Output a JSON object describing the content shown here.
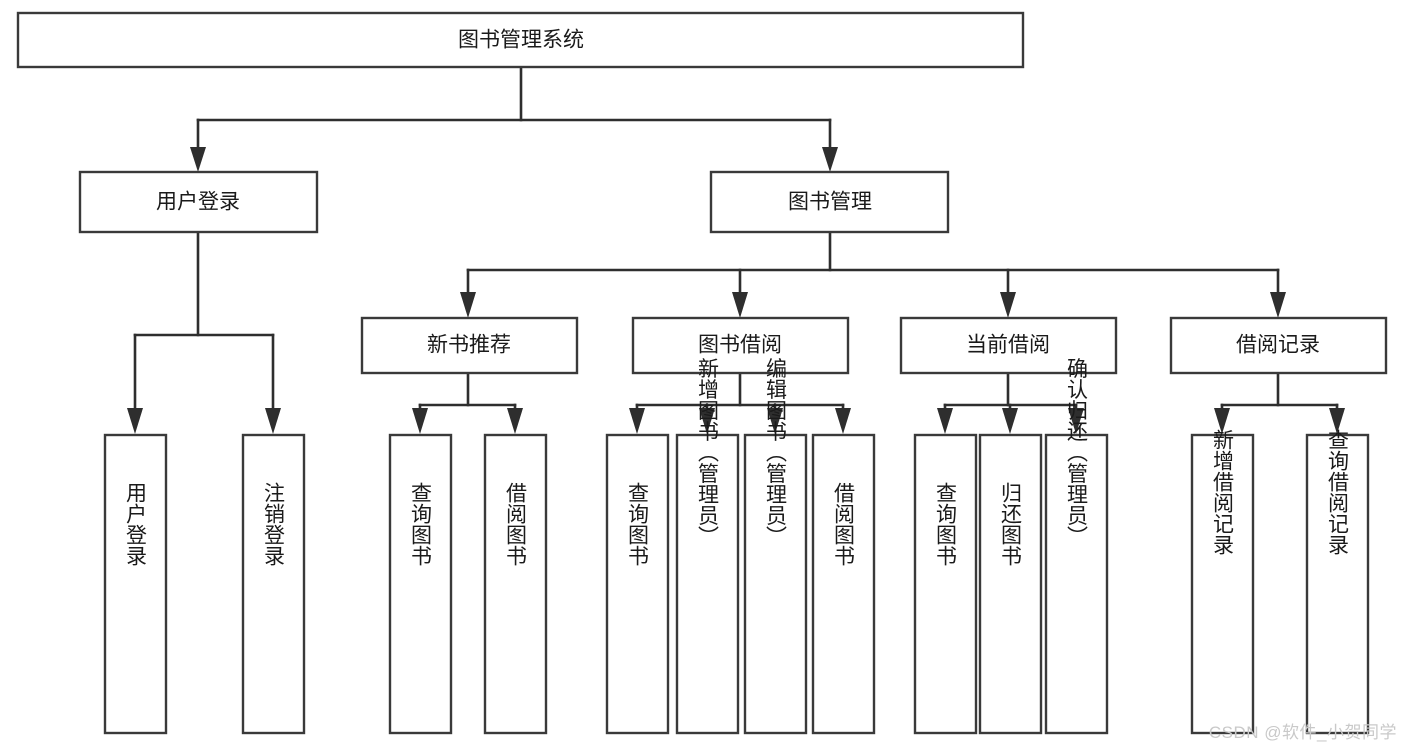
{
  "diagram": {
    "type": "tree-hierarchy-chart",
    "title": "图书管理系统",
    "watermark": "CSDN @软件_小贺同学",
    "colors": {
      "background": "#ffffff",
      "box_stroke": "#3a3a3a",
      "line": "#2e2e2e",
      "text": "#1a1a1a",
      "watermark": "#c9c9c9"
    },
    "nodes": {
      "root": {
        "label": "图书管理系统",
        "level": 0,
        "orientation": "horizontal"
      },
      "level1": [
        {
          "id": "user-login",
          "label": "用户登录",
          "orientation": "horizontal"
        },
        {
          "id": "book-management",
          "label": "图书管理",
          "orientation": "horizontal"
        }
      ],
      "level2": [
        {
          "id": "new-book-recommend",
          "label": "新书推荐",
          "parent": "book-management",
          "orientation": "horizontal"
        },
        {
          "id": "book-borrow",
          "label": "图书借阅",
          "parent": "book-management",
          "orientation": "horizontal"
        },
        {
          "id": "current-borrow",
          "label": "当前借阅",
          "parent": "book-management",
          "orientation": "horizontal"
        },
        {
          "id": "borrow-record",
          "label": "借阅记录",
          "parent": "book-management",
          "orientation": "horizontal"
        }
      ],
      "leaves": [
        {
          "id": "leaf-user-login",
          "label": "用户登录",
          "parent": "user-login",
          "orientation": "vertical"
        },
        {
          "id": "leaf-user-logout",
          "label": "注销登录",
          "parent": "user-login",
          "orientation": "vertical"
        },
        {
          "id": "leaf-query-book-1",
          "label": "查询图书",
          "parent": "new-book-recommend",
          "orientation": "vertical"
        },
        {
          "id": "leaf-borrow-book-1",
          "label": "借阅图书",
          "parent": "new-book-recommend",
          "orientation": "vertical"
        },
        {
          "id": "leaf-query-book-2",
          "label": "查询图书",
          "parent": "book-borrow",
          "orientation": "vertical"
        },
        {
          "id": "leaf-add-book",
          "label": "新增图书（管理员）",
          "parent": "book-borrow",
          "orientation": "vertical"
        },
        {
          "id": "leaf-edit-book",
          "label": "编辑图书（管理员）",
          "parent": "book-borrow",
          "orientation": "vertical"
        },
        {
          "id": "leaf-borrow-book-2",
          "label": "借阅图书",
          "parent": "book-borrow",
          "orientation": "vertical"
        },
        {
          "id": "leaf-query-book-3",
          "label": "查询图书",
          "parent": "current-borrow",
          "orientation": "vertical"
        },
        {
          "id": "leaf-return-book",
          "label": "归还图书",
          "parent": "current-borrow",
          "orientation": "vertical"
        },
        {
          "id": "leaf-confirm-return",
          "label": "确认归还（管理员）",
          "parent": "current-borrow",
          "orientation": "vertical"
        },
        {
          "id": "leaf-add-record",
          "label": "新增借阅记录",
          "parent": "borrow-record",
          "orientation": "vertical"
        },
        {
          "id": "leaf-query-record",
          "label": "查询借阅记录",
          "parent": "borrow-record",
          "orientation": "vertical"
        }
      ]
    }
  }
}
